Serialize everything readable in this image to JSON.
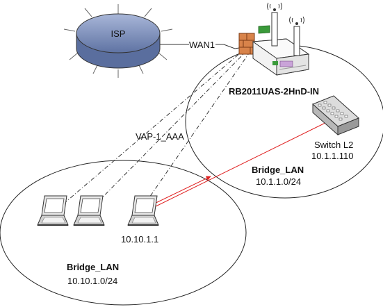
{
  "labels": {
    "isp": "ISP",
    "wan": "WAN1",
    "router": "RB2011UAS-2HnD-IN",
    "switch_name": "Switch L2",
    "switch_ip": "10.1.1.110",
    "vap": "VAP-1_AAA",
    "bridge_right_name": "Bridge_LAN",
    "bridge_right_net": "10.1.1.0/24",
    "laptop_ip": "10.10.1.1",
    "bridge_left_name": "Bridge_LAN",
    "bridge_left_net": "10.10.1.0/24"
  },
  "icons": [
    "isp-cloud-icon",
    "router-icon",
    "antenna-icon",
    "firewall-icon",
    "switch-icon",
    "laptop-icon"
  ],
  "colors": {
    "isp_fill": "#7f93bd",
    "link_red": "#e02020",
    "router_green": "#3a9a3a"
  }
}
